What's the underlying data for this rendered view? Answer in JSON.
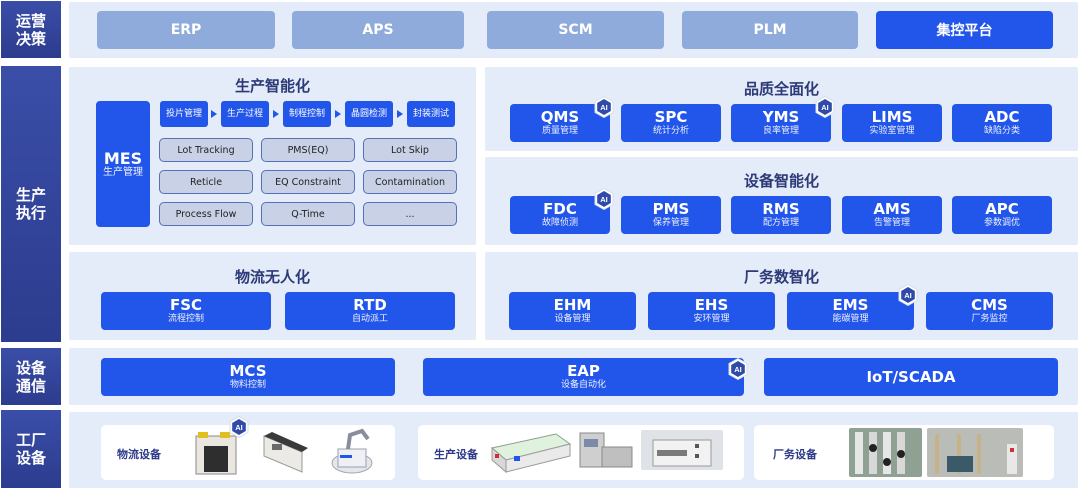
{
  "layers": {
    "operations": "运营决策",
    "execution": "生产执行",
    "communication": "设备通信",
    "factory": "工厂设备"
  },
  "operations": {
    "items": [
      "ERP",
      "APS",
      "SCM",
      "PLM"
    ],
    "highlight": "集控平台"
  },
  "production": {
    "title": "生产智能化",
    "mes": {
      "name": "MES",
      "sub": "生产管理"
    },
    "steps": [
      "投片管理",
      "生产过程",
      "制程控制",
      "晶圆检测",
      "封装测试"
    ],
    "cells": [
      "Lot Tracking",
      "PMS(EQ)",
      "Lot Skip",
      "Reticle",
      "EQ Constraint",
      "Contamination",
      "Process Flow",
      "Q-Time",
      "..."
    ]
  },
  "quality": {
    "title": "品质全面化",
    "items": [
      {
        "name": "QMS",
        "sub": "质量管理",
        "ai": true
      },
      {
        "name": "SPC",
        "sub": "统计分析",
        "ai": false
      },
      {
        "name": "YMS",
        "sub": "良率管理",
        "ai": true
      },
      {
        "name": "LIMS",
        "sub": "实验室管理",
        "ai": false
      },
      {
        "name": "ADC",
        "sub": "缺陷分类",
        "ai": false
      }
    ]
  },
  "equipment": {
    "title": "设备智能化",
    "items": [
      {
        "name": "FDC",
        "sub": "故障侦测",
        "ai": true
      },
      {
        "name": "PMS",
        "sub": "保养管理",
        "ai": false
      },
      {
        "name": "RMS",
        "sub": "配方管理",
        "ai": false
      },
      {
        "name": "AMS",
        "sub": "告警管理",
        "ai": false
      },
      {
        "name": "APC",
        "sub": "参数调优",
        "ai": false
      }
    ]
  },
  "logistics": {
    "title": "物流无人化",
    "items": [
      {
        "name": "FSC",
        "sub": "流程控制"
      },
      {
        "name": "RTD",
        "sub": "自动派工"
      }
    ]
  },
  "facility": {
    "title": "厂务数智化",
    "items": [
      {
        "name": "EHM",
        "sub": "设备管理",
        "ai": false
      },
      {
        "name": "EHS",
        "sub": "安环管理",
        "ai": false
      },
      {
        "name": "EMS",
        "sub": "能碳管理",
        "ai": true
      },
      {
        "name": "CMS",
        "sub": "厂务监控",
        "ai": false
      }
    ]
  },
  "comm": {
    "items": [
      {
        "name": "MCS",
        "sub": "物料控制"
      },
      {
        "name": "EAP",
        "sub": "设备自动化"
      },
      {
        "name": "IoT/SCADA",
        "sub": ""
      }
    ]
  },
  "devices": {
    "logistics_label": "物流设备",
    "production_label": "生产设备",
    "facility_label": "厂务设备"
  },
  "ai_badge": "AI",
  "colors": {
    "primary": "#2255ea",
    "light": "#8eabdc",
    "side": "#34469c",
    "panel": "#e4ebf9",
    "title": "#2d3a78"
  }
}
